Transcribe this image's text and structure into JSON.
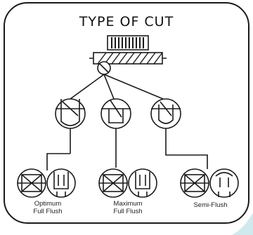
{
  "title": "TYPE OF CUT",
  "cut_types": [
    {
      "label": "Optimum\nFull Flush"
    },
    {
      "label": "Maximum\nFull Flush"
    },
    {
      "label": "Semi-Flush"
    }
  ],
  "colors": {
    "ink": "#1a1a1a",
    "accent": "#cfe9ec"
  }
}
